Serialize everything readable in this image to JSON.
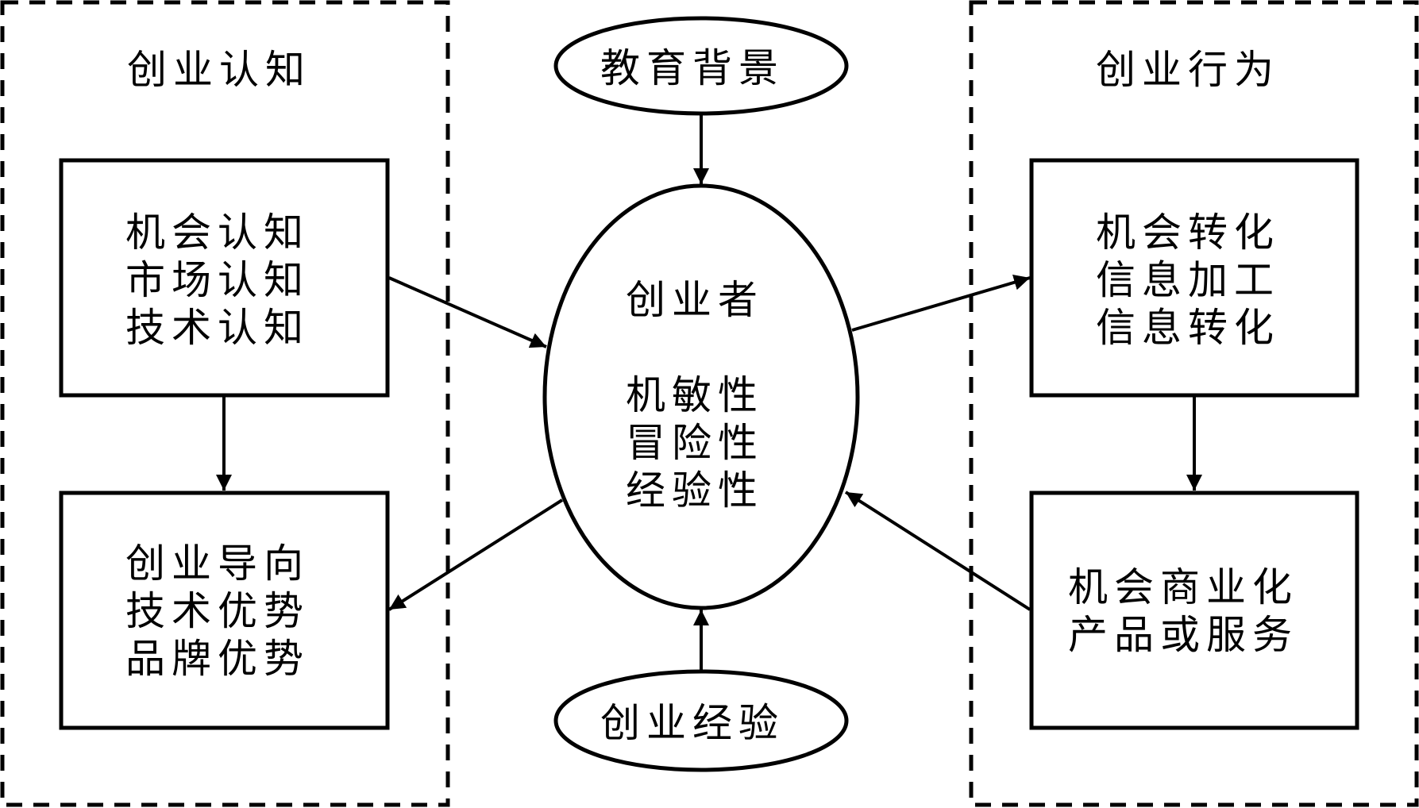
{
  "diagram": {
    "groups": {
      "cognition": {
        "title": "创业认知"
      },
      "behavior": {
        "title": "创业行为"
      }
    },
    "nodes": {
      "cognition_top": {
        "lines": [
          "机会认知",
          "市场认知",
          "技术认知"
        ]
      },
      "cognition_bottom": {
        "lines": [
          "创业导向",
          "技术优势",
          "品牌优势"
        ]
      },
      "behavior_top": {
        "lines": [
          "机会转化",
          "信息加工",
          "信息转化"
        ]
      },
      "behavior_bottom": {
        "lines": [
          "机会商业化",
          "产品或服务"
        ]
      },
      "education": {
        "label": "教育背景"
      },
      "experience": {
        "label": "创业经验"
      },
      "entrepreneur": {
        "title": "创业者",
        "traits": [
          "机敏性",
          "冒险性",
          "经验性"
        ]
      }
    },
    "edges": [
      {
        "from": "教育背景",
        "to": "创业者"
      },
      {
        "from": "创业经验",
        "to": "创业者"
      },
      {
        "from": "机会认知/市场认知/技术认知",
        "to": "创业者"
      },
      {
        "from": "创业者",
        "to": "创业导向/技术优势/品牌优势"
      },
      {
        "from": "创业者",
        "to": "机会转化/信息加工/信息转化"
      },
      {
        "from": "机会商业化/产品或服务",
        "to": "创业者"
      },
      {
        "from": "机会认知/市场认知/技术认知",
        "to": "创业导向/技术优势/品牌优势"
      },
      {
        "from": "机会转化/信息加工/信息转化",
        "to": "机会商业化/产品或服务"
      }
    ],
    "colors": {
      "stroke": "#000000",
      "background": "#ffffff"
    }
  }
}
